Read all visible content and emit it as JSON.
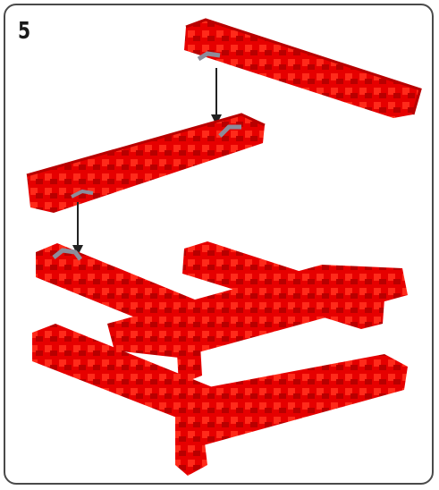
{
  "step": {
    "number": "5"
  },
  "colors": {
    "brick": "#e60000",
    "brick_dark": "#b80000",
    "brick_light": "#ff2a1a",
    "connector": "#8c8c9a",
    "arrow": "#222222",
    "border": "#4a4a4a"
  },
  "parts": [
    {
      "name": "top-bar",
      "type": "brick-bar"
    },
    {
      "name": "middle-bar",
      "type": "brick-bar"
    },
    {
      "name": "base-structure",
      "type": "brick-assembly"
    }
  ]
}
